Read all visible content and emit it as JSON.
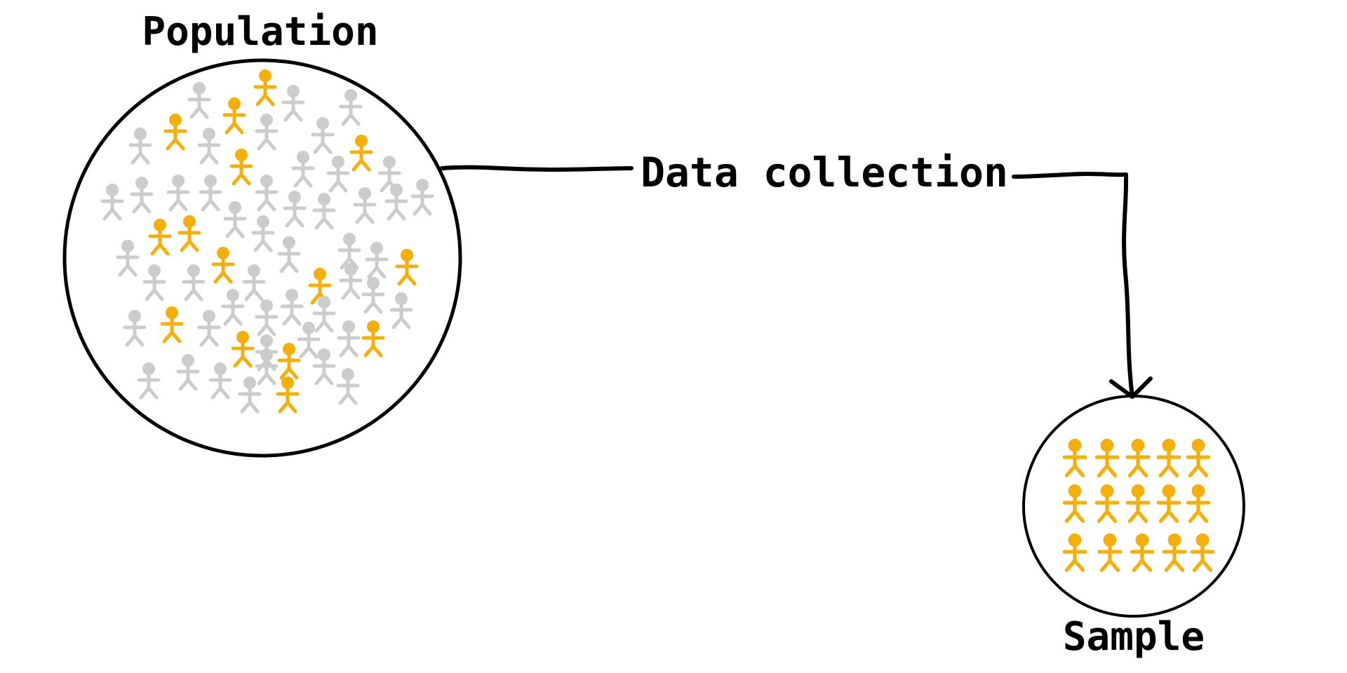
{
  "labels": {
    "population": "Population",
    "data_collection": "Data collection",
    "sample": "Sample"
  },
  "colors": {
    "outline": "#000000",
    "selected_person": "#F5AF0B",
    "unselected_person": "#CCCCCC",
    "background": "#FFFFFF"
  },
  "icons": {
    "person": "person-icon"
  }
}
